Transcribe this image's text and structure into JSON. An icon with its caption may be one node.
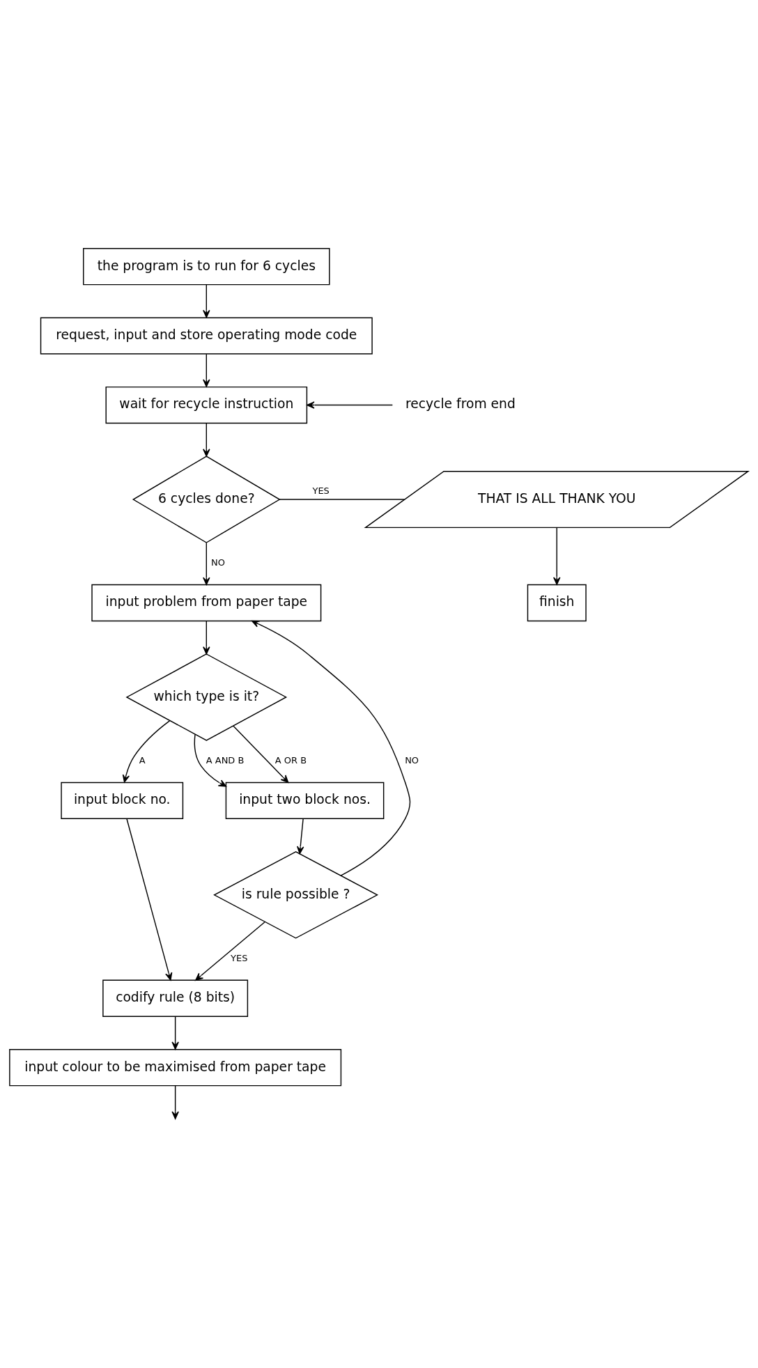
{
  "diagram": {
    "nodes": [
      {
        "text": [
          "the program is to run for 6 cycles"
        ]
      },
      {
        "text": [
          "request, input and store operating mode code"
        ]
      },
      {
        "text": [
          "wait for recycle instruction"
        ]
      },
      {
        "text": [
          "recycle from end"
        ]
      },
      {
        "text": [
          "6 cycles done?"
        ]
      },
      {
        "text": [
          "THAT IS ALL THANK YOU"
        ]
      },
      {
        "text": [
          "finish"
        ]
      },
      {
        "text": [
          "input problem from paper tape"
        ]
      },
      {
        "text": [
          "which type is it?"
        ]
      },
      {
        "text": [
          "input block no."
        ]
      },
      {
        "text": [
          "input two block nos."
        ]
      },
      {
        "text": [
          "is rule possible ?"
        ]
      },
      {
        "text": [
          "codify rule (8 bits)"
        ]
      },
      {
        "text": [
          "input colour to be maximised from paper tape"
        ]
      }
    ],
    "edges": [
      {
        "from": 0,
        "to": 1,
        "arrow": "to"
      },
      {
        "from": 1,
        "to": 2,
        "arrow": "to"
      },
      {
        "from": 3,
        "to": 2,
        "arrow": "to"
      },
      {
        "from": 2,
        "to": 4,
        "arrow": "to"
      },
      {
        "from": 4,
        "to": 5,
        "label": "YES",
        "arrow": "none"
      },
      {
        "from": 5,
        "to": 6,
        "arrow": "to"
      },
      {
        "from": 4,
        "to": 7,
        "label": "NO",
        "arrow": "to"
      },
      {
        "from": 7,
        "to": 8,
        "arrow": "to"
      },
      {
        "from": 8,
        "to": 9,
        "label": "A",
        "arrow": "to"
      },
      {
        "from": 8,
        "to": 10,
        "label": "A AND B",
        "arrow": "to"
      },
      {
        "from": 8,
        "to": 10,
        "label": "A OR B",
        "arrow": "to"
      },
      {
        "from": 10,
        "to": 11,
        "arrow": "to"
      },
      {
        "from": 11,
        "to": 7,
        "label": "NO",
        "arrow": "to"
      },
      {
        "from": 11,
        "to": 12,
        "label": "YES",
        "arrow": "to"
      },
      {
        "from": 9,
        "to": 12,
        "arrow": "to"
      },
      {
        "from": 12,
        "to": 13,
        "arrow": "to"
      },
      {
        "from": 13,
        "to": null,
        "arrow": "to"
      }
    ]
  }
}
